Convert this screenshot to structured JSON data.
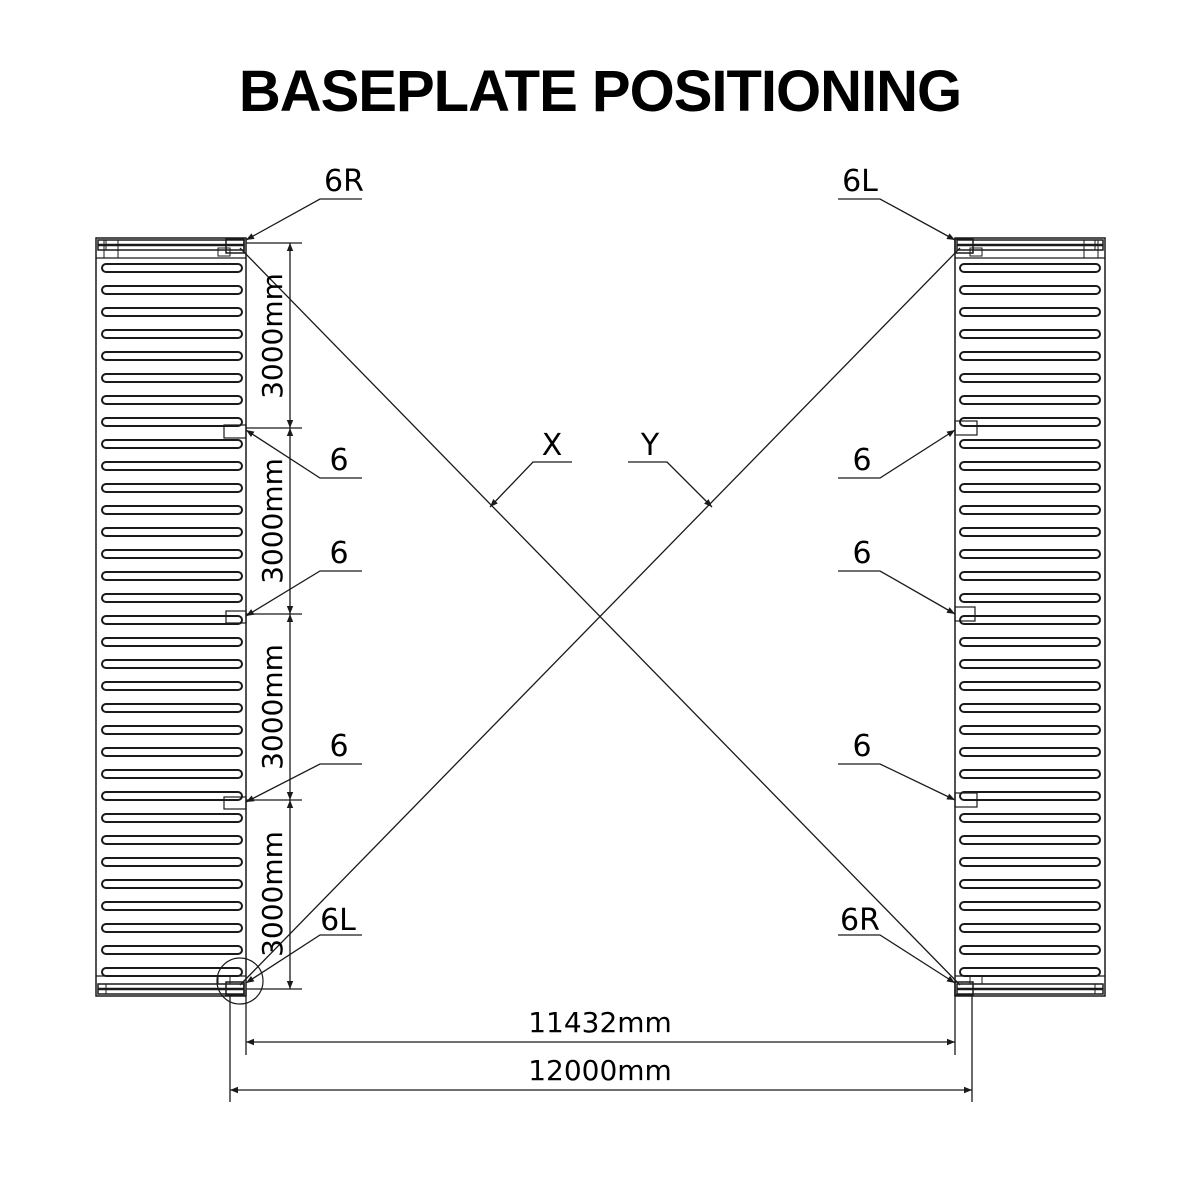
{
  "title": "BASEPLATE POSITIONING",
  "colors": {
    "line": "#1a1a1a",
    "text": "#000000",
    "background": "#ffffff"
  },
  "left_container": {
    "top_label": "6R",
    "bottom_label": "6L",
    "side_labels": [
      "6",
      "6",
      "6"
    ],
    "segment_dimensions": [
      "3000mm",
      "3000mm",
      "3000mm",
      "3000mm"
    ],
    "slat_count": 33
  },
  "right_container": {
    "top_label": "6L",
    "bottom_label": "6R",
    "side_labels": [
      "6",
      "6",
      "6"
    ],
    "slat_count": 33
  },
  "diagonals": {
    "x_label": "X",
    "y_label": "Y"
  },
  "dimensions": {
    "inner_span": "11432mm",
    "outer_span": "12000mm"
  }
}
